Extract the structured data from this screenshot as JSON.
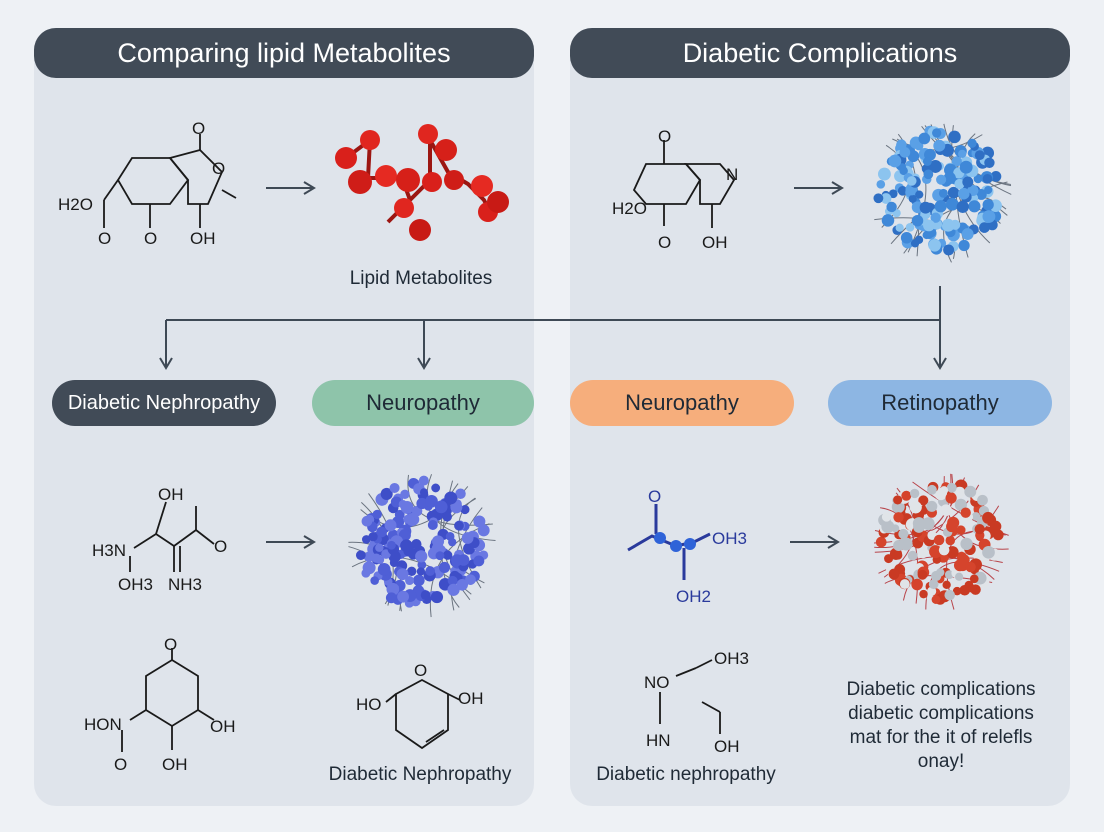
{
  "panels": {
    "left": {
      "title": "Comparing lipid Metabolites"
    },
    "right": {
      "title": "Diabetic Complications"
    }
  },
  "pills": {
    "nephropathy": "Diabetic Nephropathy",
    "neuropathy_green": "Neuropathy",
    "neuropathy_orange": "Neuropathy",
    "retinopathy": "Retinopathy"
  },
  "captions": {
    "lipid": "Lipid Metabolites",
    "nephropathy_left": "Diabetic Nephropathy",
    "nephropathy_right": "Diabetic nephropathy"
  },
  "note": {
    "lines": [
      "Diabetic complications",
      "diabetic complications",
      "mat for the it of relefls",
      "onay!"
    ]
  },
  "molecule_labels": {
    "m1": [
      "O",
      "O",
      "H2O",
      "O",
      "O",
      "OH"
    ],
    "m2": [
      "O",
      "N",
      "H2O",
      "O",
      "OH"
    ],
    "m3": [
      "OH",
      "H3N",
      "O",
      "NH3",
      "OH3"
    ],
    "m4": [
      "O",
      "OH3",
      "OH2"
    ],
    "m5": [
      "O",
      "HON",
      "OH",
      "OH",
      "O"
    ],
    "m6": [
      "O",
      "HO",
      "OH"
    ],
    "m7": [
      "NO",
      "OH3",
      "HN",
      "OH"
    ]
  },
  "colors": {
    "header": "#414b57",
    "red_molecule": "#d9201b",
    "blue_cluster": "#3f88d8",
    "purple_cluster": "#4f5fd6",
    "mixed_red": "#d5442c",
    "mixed_gray": "#b9c0c8"
  }
}
